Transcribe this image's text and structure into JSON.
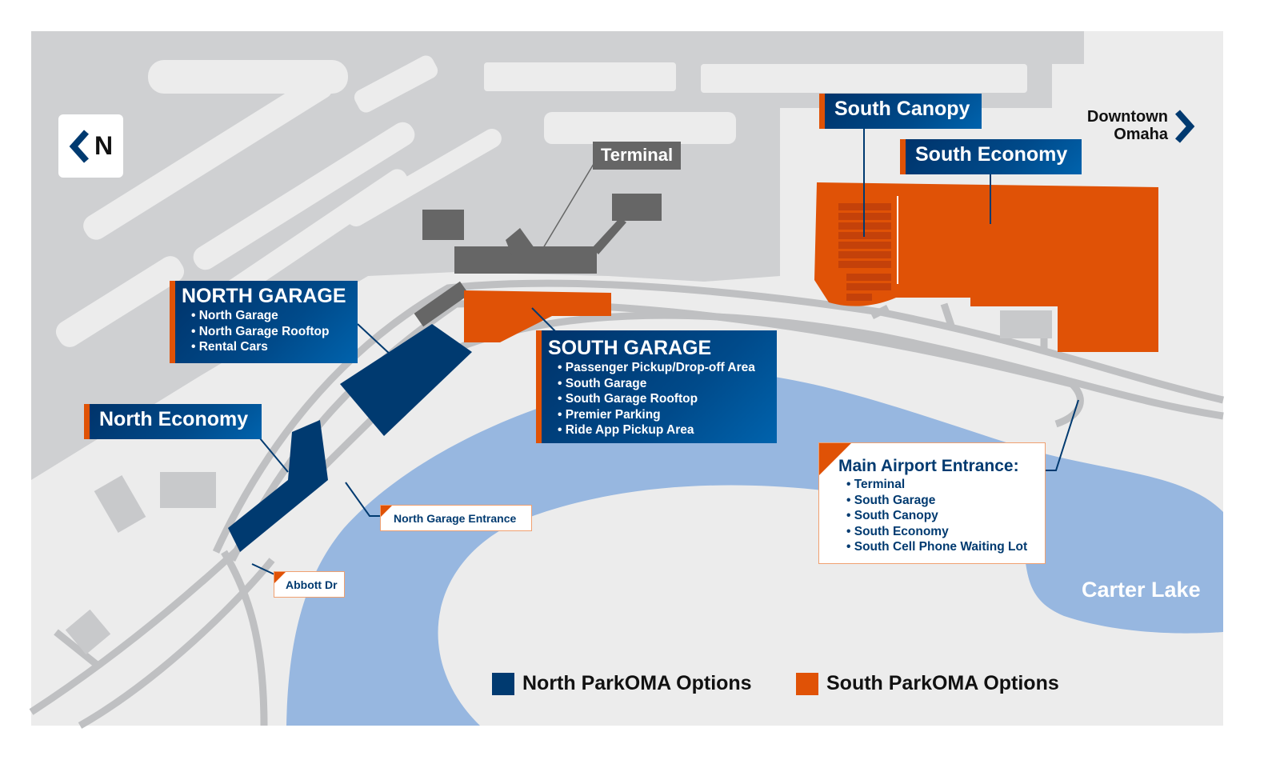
{
  "compass": {
    "label": "N",
    "icon": "chevron-left-icon"
  },
  "direction": {
    "line1": "Downtown",
    "line2": "Omaha",
    "icon": "chevron-right-icon"
  },
  "terminal": {
    "label": "Terminal"
  },
  "north_garage": {
    "title": "NORTH GARAGE",
    "items": [
      "North Garage",
      "North Garage Rooftop",
      "Rental Cars"
    ]
  },
  "south_garage": {
    "title": "SOUTH GARAGE",
    "items": [
      "Passenger Pickup/Drop-off Area",
      "South Garage",
      "South Garage Rooftop",
      "Premier Parking",
      "Ride App Pickup Area"
    ]
  },
  "north_economy": {
    "title": "North Economy"
  },
  "south_canopy": {
    "title": "South Canopy"
  },
  "south_economy": {
    "title": "South Economy"
  },
  "main_entrance": {
    "title": "Main Airport Entrance:",
    "items": [
      "Terminal",
      "South Garage",
      "South Canopy",
      "South Economy",
      "South Cell Phone Waiting Lot"
    ]
  },
  "north_garage_entrance": {
    "label": "North Garage Entrance"
  },
  "abbott_dr": {
    "label": "Abbott Dr"
  },
  "carter_lake": {
    "label": "Carter Lake"
  },
  "legend": [
    {
      "label": "North ParkOMA Options",
      "color": "#003a70"
    },
    {
      "label": "South ParkOMA Options",
      "color": "#e05206"
    }
  ],
  "colors": {
    "north": "#003a70",
    "south": "#e05206",
    "water": "#97b7e0",
    "land": "#ececec",
    "airfield": "#cfd0d2",
    "terminal": "#666666"
  }
}
